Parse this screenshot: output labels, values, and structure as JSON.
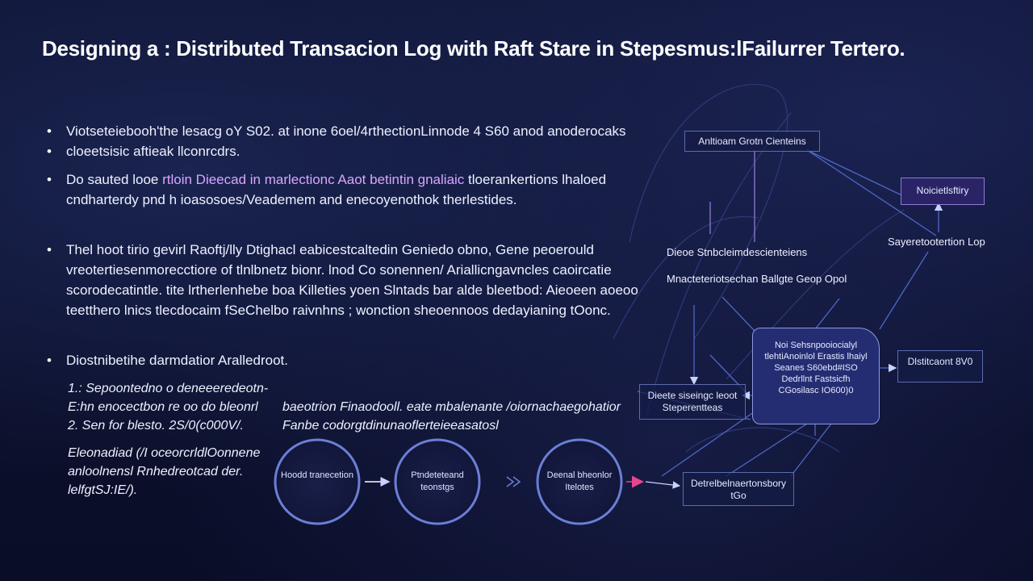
{
  "title": "Designing a : Distributed Transacion Log with Raft Stare in Stepesmus:lFailurrer Tertero.",
  "bullets": [
    {
      "text": "Viotseteiebooh'the lesacg oY S02. at inone 6oel/4rthectionLinnode 4 S60 anod anoderocaks"
    },
    {
      "text": "cloeetsisic aftieak llconrcdrs."
    },
    {
      "pre": "Do sauted looe ",
      "highlight": "rtloin Dieecad in marlectionc Aaot betintin gnaliaic",
      "post": " tloerankertions lhaloed cndharterdy pnd h ioasosoes/Veademem and enecoyenothok therlestides."
    },
    {
      "text": "Thel hoot tirio gevirl Raoftj/lly Dtighacl eabicestcaltedin Geniedo obno, Gene peoerould vreotertiesenmorecctiore of tlnlbnetz bionr. lnod Co sonennen/ Ariallicngavncles caoircatie scorodecatintle. tite lrtherlenhebe boa Killeties yoen Slntads bar alde bleetbod: Aieoeen aoeoo teetthero lnics tlecdocaim fSeChelbo raivnhns ; wonction sheoennoos dedayianing tOonc."
    },
    {
      "text": "Diostnibetihe darmdatior Aralledroot."
    }
  ],
  "numbered": [
    {
      "left": "1.: Sepoontedno o deneeeredeotn-",
      "right": ""
    },
    {
      "left": "E:hn enocectbon re oo do bleonrl",
      "right": "baeotrion Finaodooll. eate mbalenante /oiornachaegohatior"
    },
    {
      "left": "2. Sen for blesto. 2S/0(c000V/.",
      "right": "Fanbe codorgtdinunaoflerteieeasatosl"
    }
  ],
  "note": "Eleonadiad (/I oceorcrldlOonnene anloolnensl Rnhedreotcad der. lelfgtSJ:IE/).",
  "pipeline": [
    {
      "label": "Hoodd tranecetion"
    },
    {
      "label": "Ptndeteteand teonstgs"
    },
    {
      "label": "Deenal bheonlor Itelotes"
    }
  ],
  "diagram": {
    "top_box": "Anltioam Grotn Cienteins",
    "purple_box": "Noicietlsftiry",
    "right_label": "Sayeretootertion Lop",
    "mid_label_1": "Dieoe Stnbcleimdescienteiens",
    "mid_label_2": "Mnacteteriotsechan Ballgte Geop Opol",
    "main_box": "Noi Sehsnpooiocialyl tlehtiAnoinlol Erastis lhaiyl Seanes S60ebd#ISO Dedrllnt Fastsicfh CGosilasc IO600)0",
    "left_box": "Dieete siseingc leoot Steperentteas",
    "right_box": "Dlstitcaont 8V0",
    "bottom_box": "Detrelbelnaertonsbory tGo"
  },
  "colors": {
    "accent_purple": "#8d7bd8",
    "accent_pink": "#e8458c",
    "line": "#4f67c8",
    "circle": "#6b7fd6"
  }
}
